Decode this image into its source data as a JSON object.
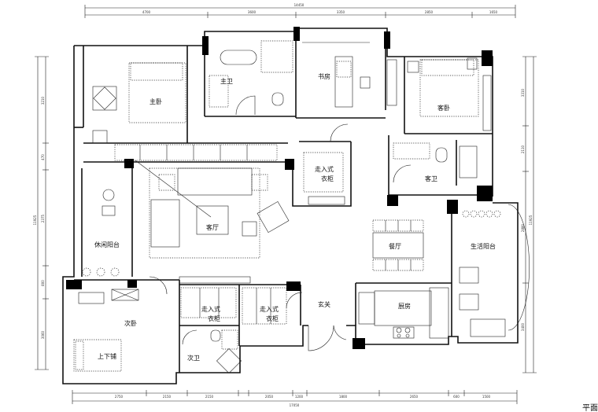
{
  "caption": "平面",
  "rooms": {
    "master_bedroom": "主卧",
    "master_bath": "主卫",
    "study": "书房",
    "guest_bedroom": "客卧",
    "guest_bath": "客卫",
    "walk_in_closet_center": [
      "走入式",
      "衣柜"
    ],
    "living_room": "客厅",
    "leisure_balcony": "休闲阳台",
    "dining_room": "餐厅",
    "utility_balcony": "生活阳台",
    "entrance": "玄关",
    "kitchen": "厨房",
    "second_bedroom": "次卧",
    "bunk_bed": "上下铺",
    "second_bath": "次卫",
    "walk_in_closet_left": [
      "走入式",
      "衣柜"
    ],
    "walk_in_closet_right": [
      "走入式",
      "衣柜"
    ]
  },
  "dimensions": {
    "top_total": "14450",
    "top": [
      "4700",
      "3600",
      "3350",
      "2850",
      "1650"
    ],
    "bottom_total": "17050",
    "bottom": [
      "2750",
      "2150",
      "2150",
      "2050",
      "1200",
      "1800",
      "2650",
      "600",
      "1500"
    ],
    "left_total": "11925",
    "left": [
      "3210",
      "470",
      "2375",
      "800",
      "3060"
    ],
    "right_total": "11925",
    "right": [
      "3310",
      "2110",
      "2880",
      "3400"
    ]
  }
}
